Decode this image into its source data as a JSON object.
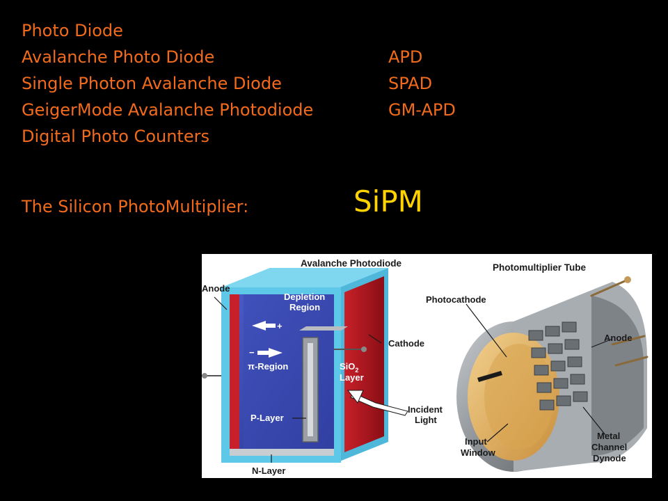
{
  "slide": {
    "items": [
      {
        "name": "Photo Diode",
        "abbr": ""
      },
      {
        "name": "Avalanche Photo Diode",
        "abbr": "APD"
      },
      {
        "name": "Single Photon Avalanche Diode",
        "abbr": "SPAD"
      },
      {
        "name": "GeigerMode Avalanche Photodiode",
        "abbr": "GM-APD"
      },
      {
        "name": "Digital Photo Counters",
        "abbr": ""
      }
    ],
    "sipm_label": "The Silicon  PhotoMultiplier:",
    "sipm_abbr": "SiPM"
  },
  "figure": {
    "apd_title": "Avalanche Photodiode",
    "pmt_title": "Photomultiplier Tube",
    "apd_labels": {
      "anode": "Anode",
      "depletion_1": "Depletion",
      "depletion_2": "Region",
      "plus": "+",
      "minus": "−",
      "pi_region": "π-Region",
      "sio2_1": "SiO",
      "sio2_sub": "2",
      "sio2_2": "Layer",
      "cathode": "Cathode",
      "incident_1": "Incident",
      "incident_2": "Light",
      "p_layer": "P-Layer",
      "n_layer": "N-Layer"
    },
    "pmt_labels": {
      "photocathode": "Photocathode",
      "anode": "Anode",
      "input_1": "Input",
      "input_2": "Window",
      "metal_1": "Metal",
      "metal_2": "Channel",
      "metal_3": "Dynode"
    },
    "colors": {
      "text": "#f26b1d",
      "sipm": "#ffd200",
      "apd_blue": "#3340a8",
      "apd_red": "#b5141b",
      "apd_cyan": "#5ec8e8",
      "pmt_gray": "#9aa0a6",
      "pmt_gold": "#e8b86a"
    }
  }
}
